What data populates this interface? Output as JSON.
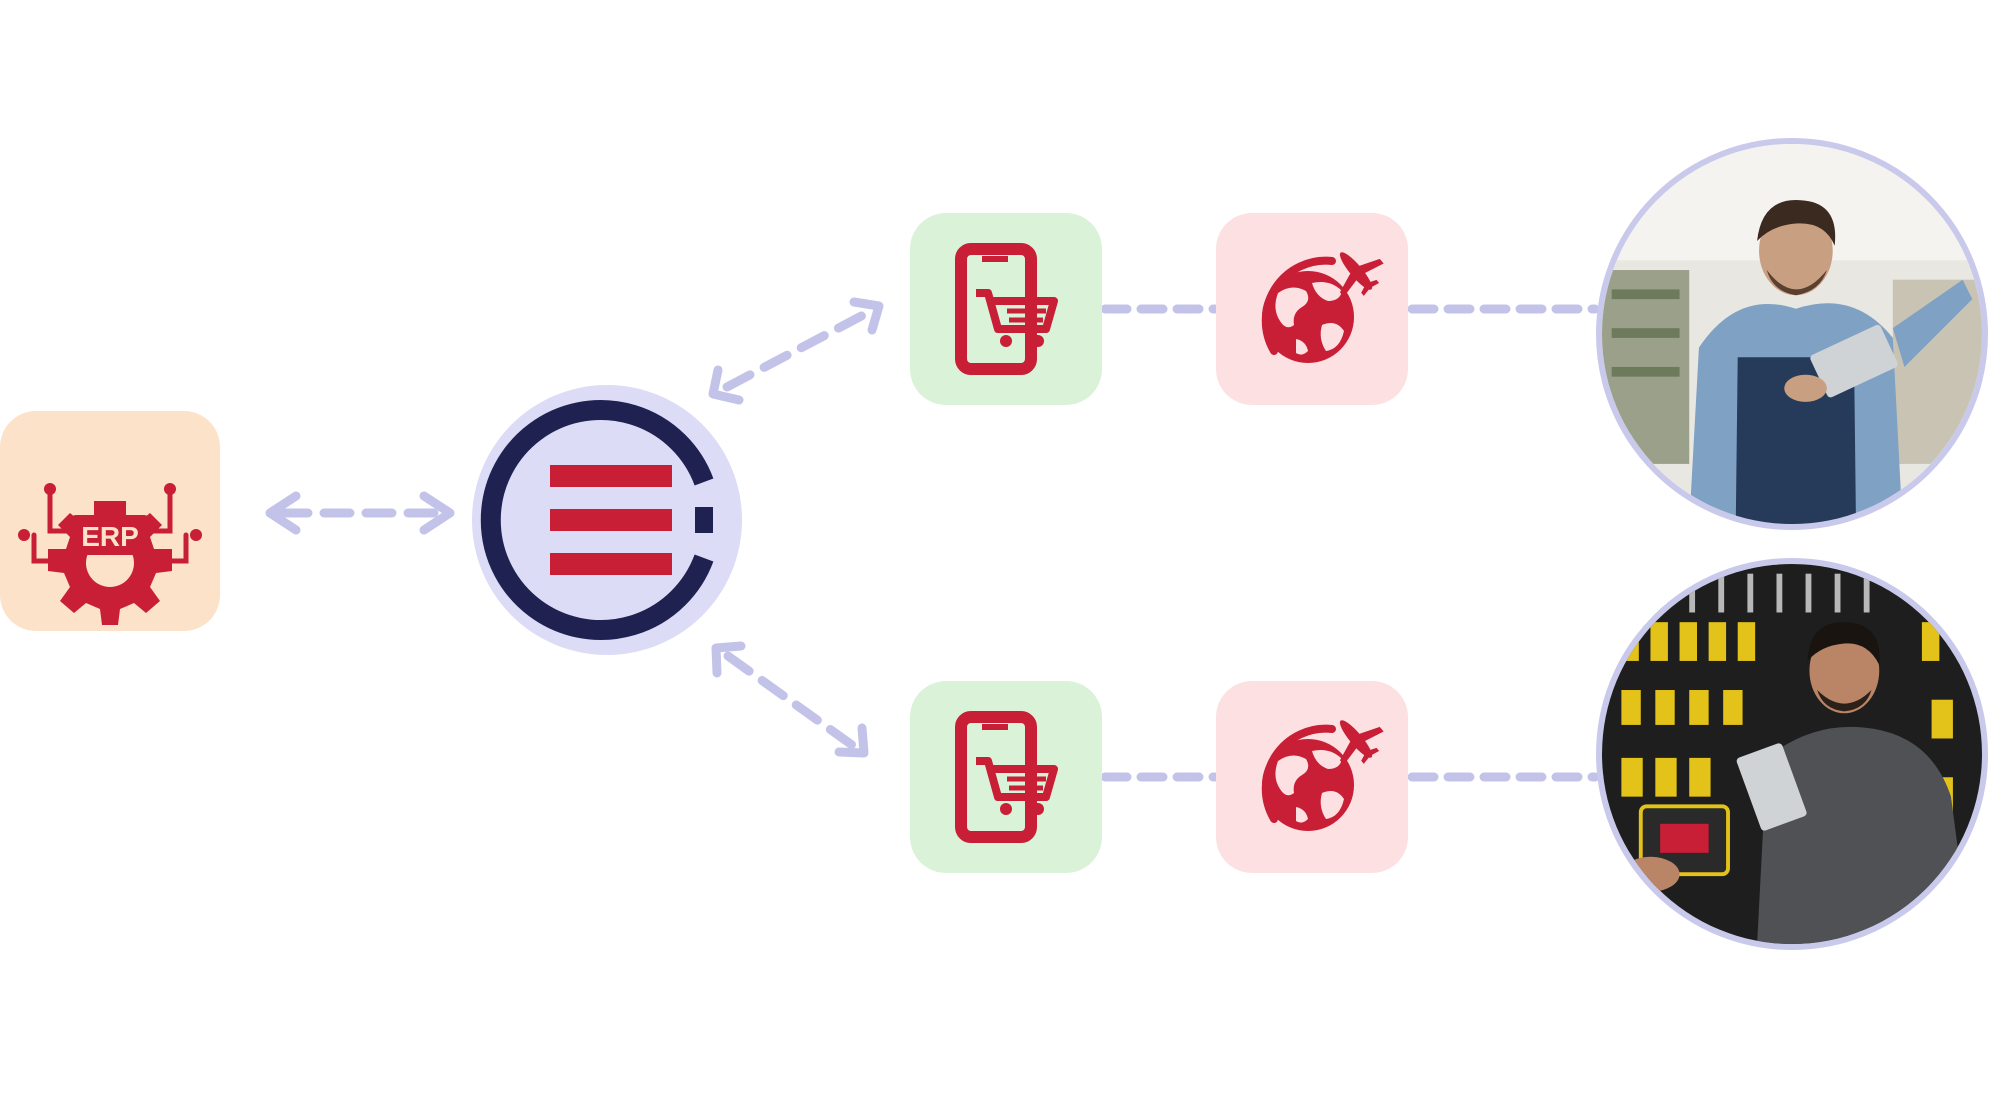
{
  "colors": {
    "brand_red": "#c81e36",
    "hub_navy": "#1f2150",
    "connector": "#c3c3ea",
    "erp_bg": "#fbe2c8",
    "shop_bg": "#d9f2d8",
    "globe_bg": "#fde0e2",
    "hub_bg": "#dcdcf7"
  },
  "nodes": {
    "erp": {
      "label": "ERP",
      "icon": "erp-gear-icon"
    },
    "hub": {
      "icon": "hub-logo-icon"
    },
    "shop_top": {
      "icon": "mobile-cart-icon"
    },
    "shop_bottom": {
      "icon": "mobile-cart-icon"
    },
    "globe_top": {
      "icon": "globe-plane-icon"
    },
    "globe_bottom": {
      "icon": "globe-plane-icon"
    },
    "photo_top": {
      "icon": "worker-with-tablet-photo"
    },
    "photo_bottom": {
      "icon": "tool-shop-salesman-photo"
    }
  },
  "edges": [
    {
      "from": "erp",
      "to": "hub",
      "style": "dashed-double-arrow"
    },
    {
      "from": "hub",
      "to": "shop_top",
      "style": "dashed-double-arrow"
    },
    {
      "from": "hub",
      "to": "shop_bottom",
      "style": "dashed-double-arrow"
    },
    {
      "from": "shop_top",
      "to": "globe_top",
      "style": "dashed-line"
    },
    {
      "from": "globe_top",
      "to": "photo_top",
      "style": "dashed-line"
    },
    {
      "from": "shop_bottom",
      "to": "globe_bottom",
      "style": "dashed-line"
    },
    {
      "from": "globe_bottom",
      "to": "photo_bottom",
      "style": "dashed-line"
    }
  ]
}
